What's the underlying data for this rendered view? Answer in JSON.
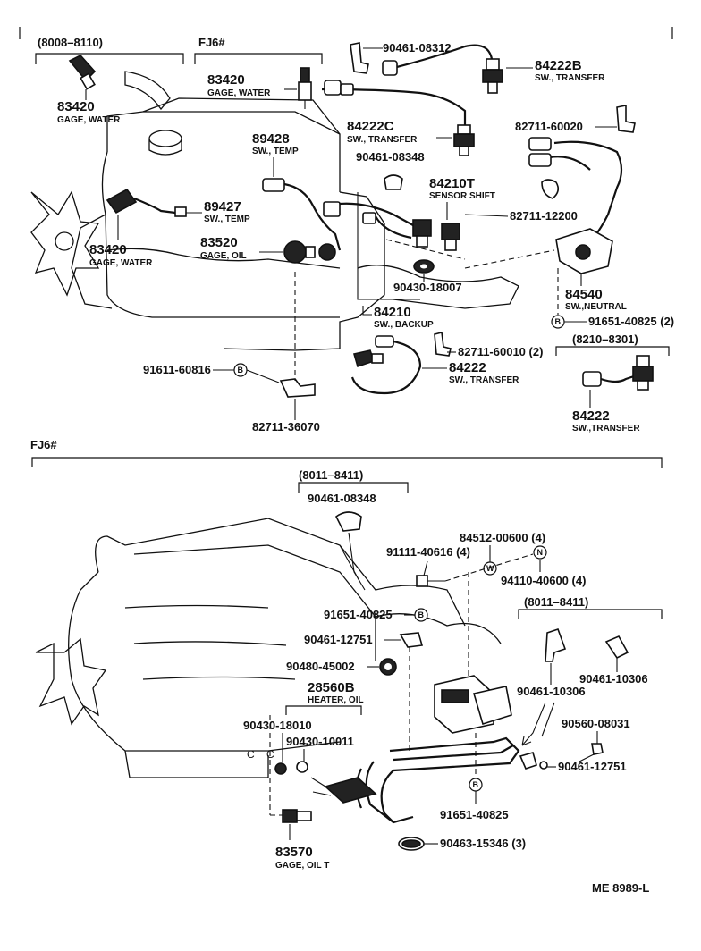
{
  "headers": {
    "date_8008_8110": "(8008–8110)",
    "fj6_top": "FJ6#",
    "date_8210_8301": "(8210–8301)",
    "fj6_bottom": "FJ6#",
    "date_8011_8411_a": "(8011–8411)",
    "date_8011_8411_b": "(8011–8411)"
  },
  "parts": {
    "p83420_a": {
      "num": "83420",
      "desc": "GAGE, WATER"
    },
    "p83420_b": {
      "num": "83420",
      "desc": "GAGE, WATER"
    },
    "p83420_c": {
      "num": "83420",
      "desc": "GAGE, WATER"
    },
    "p90461_08312": {
      "num": "90461-08312"
    },
    "p84222B": {
      "num": "84222B",
      "desc": "SW., TRANSFER"
    },
    "p82711_60020": {
      "num": "82711-60020"
    },
    "p84222C": {
      "num": "84222C",
      "desc": "SW., TRANSFER"
    },
    "p89428": {
      "num": "89428",
      "desc": "SW., TEMP"
    },
    "p90461_08348_a": {
      "num": "90461-08348"
    },
    "p84210T": {
      "num": "84210T",
      "desc": "SENSOR SHIFT"
    },
    "p89427": {
      "num": "89427",
      "desc": "SW., TEMP"
    },
    "p82711_12200": {
      "num": "82711-12200"
    },
    "p83520": {
      "num": "83520",
      "desc": "GAGE, OIL"
    },
    "p90430_18007": {
      "num": "90430-18007"
    },
    "p84540": {
      "num": "84540",
      "desc": "SW.,NEUTRAL"
    },
    "p84210": {
      "num": "84210",
      "desc": "SW., BACKUP"
    },
    "p91651_40825_a": {
      "num": "91651-40825 (2)"
    },
    "p82711_60010": {
      "num": "82711-60010 (2)"
    },
    "p84222_a": {
      "num": "84222",
      "desc": "SW., TRANSFER"
    },
    "p84222_b": {
      "num": "84222",
      "desc": "SW.,TRANSFER"
    },
    "p91611_60816": {
      "num": "91611-60816"
    },
    "p82711_36070": {
      "num": "82711-36070"
    },
    "p90461_08348_b": {
      "num": "90461-08348"
    },
    "p84512_00600": {
      "num": "84512-00600 (4)"
    },
    "p91111_40616": {
      "num": "91111-40616 (4)"
    },
    "p94110_40600": {
      "num": "94110-40600 (4)"
    },
    "p91651_40825_b": {
      "num": "91651-40825"
    },
    "p90461_12751_a": {
      "num": "90461-12751"
    },
    "p90480_45002": {
      "num": "90480-45002"
    },
    "p28560B": {
      "num": "28560B",
      "desc": "HEATER, OIL"
    },
    "p90430_18010": {
      "num": "90430-18010"
    },
    "p90430_10011": {
      "num": "90430-10011"
    },
    "p90461_10306_a": {
      "num": "90461-10306"
    },
    "p90461_10306_b": {
      "num": "90461-10306"
    },
    "p90560_08031": {
      "num": "90560-08031"
    },
    "p90461_12751_b": {
      "num": "90461-12751"
    },
    "p91651_40825_c": {
      "num": "91651-40825"
    },
    "p90463_15346": {
      "num": "90463-15346 (3)"
    },
    "p83570": {
      "num": "83570",
      "desc": "GAGE, OIL T"
    }
  },
  "markers": {
    "B": "B",
    "W": "W",
    "N": "N"
  },
  "footer": {
    "code": "ME  8989-L"
  }
}
